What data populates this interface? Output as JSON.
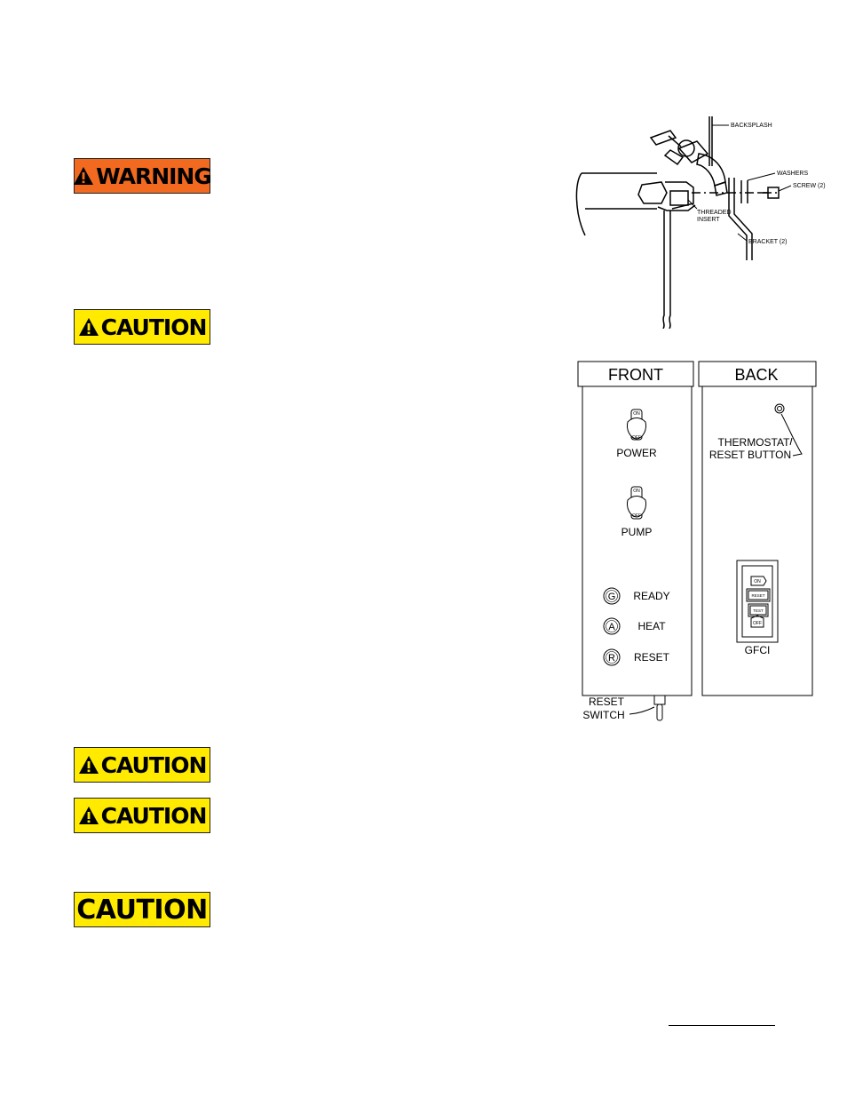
{
  "labels": {
    "warning_1": "WARNING",
    "caution_1": "CAUTION",
    "caution_2": "CAUTION",
    "caution_3": "CAUTION",
    "caution_4": "CAUTION"
  },
  "faucet_diagram": {
    "backsplash": "BACKSPLASH",
    "washers": "WASHERS",
    "screw": "SCREW (2)",
    "threaded_line1": "THREADED",
    "threaded_line2": "INSERT",
    "bracket": "BRACKET (2)"
  },
  "panel_diagram": {
    "front_title": "FRONT",
    "back_title": "BACK",
    "power": "POWER",
    "pump": "PUMP",
    "switch_on": "ON",
    "switch_off": "OFF",
    "ready_letter": "G",
    "ready": "READY",
    "heat_letter": "A",
    "heat": "HEAT",
    "reset_letter": "R",
    "reset": "RESET",
    "reset_switch_line1": "RESET",
    "reset_switch_line2": "SWITCH",
    "thermostat_line1": "THERMOSTAT",
    "thermostat_line2": "RESET BUTTON",
    "gfci": "GFCI",
    "gfci_on": "ON",
    "gfci_reset": "RESET",
    "gfci_test": "TEST",
    "gfci_off": "OFF"
  },
  "colors": {
    "warning": "#f26a1f",
    "caution": "#ffea00"
  }
}
